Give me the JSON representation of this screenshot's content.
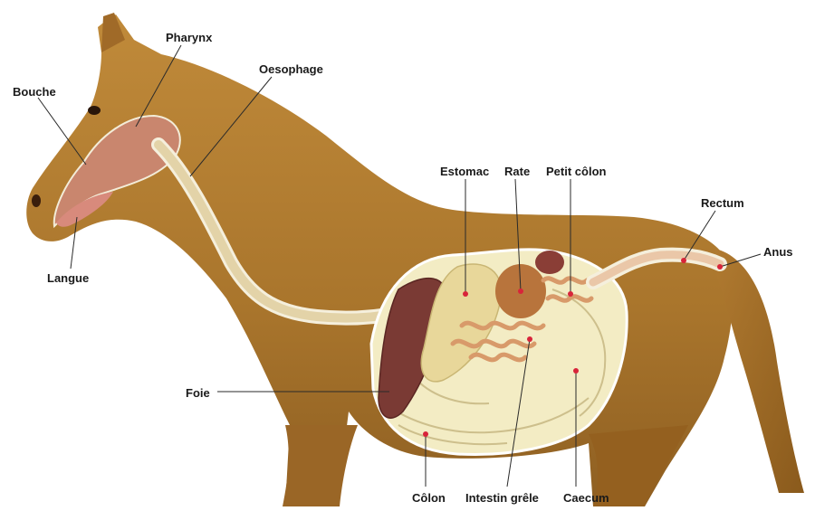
{
  "diagram": {
    "labels": {
      "bouche": "Bouche",
      "pharynx": "Pharynx",
      "oesophage": "Oesophage",
      "langue": "Langue",
      "estomac": "Estomac",
      "rate": "Rate",
      "petit_colon": "Petit côlon",
      "rectum": "Rectum",
      "anus": "Anus",
      "foie": "Foie",
      "colon": "Côlon",
      "intestin_grele": "Intestin grêle",
      "caecum": "Caecum"
    },
    "colors": {
      "horse_body": "#b07a2e",
      "horse_shadow": "#8a5a1e",
      "tract_tube": "#efe4c4",
      "colon_cream": "#f3ecc4",
      "liver": "#7a3a34",
      "stomach": "#e8d79a",
      "spleen": "#b8743c",
      "small_intestine": "#d89a6a",
      "label_text": "#1a1a1a",
      "leader_line": "#2a2a2a",
      "marker_dot": "#d8243a"
    }
  }
}
